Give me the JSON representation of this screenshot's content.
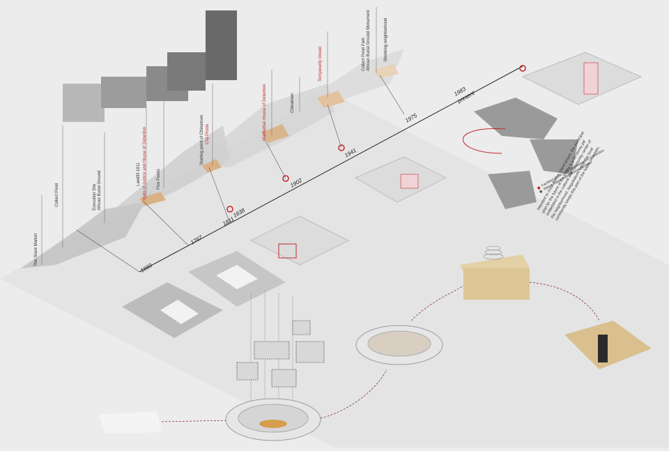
{
  "timeline": {
    "years": [
      "1660",
      "1767",
      "1811",
      "1838",
      "1902",
      "1941",
      "1975",
      "1983",
      "present"
    ]
  },
  "annotations": [
    {
      "id": "slave-market",
      "text": "The Slave Market",
      "red": false
    },
    {
      "id": "collect-pond",
      "text": "Collect Pond",
      "red": false
    },
    {
      "id": "execution-site",
      "text": "Execution Site",
      "red": false
    },
    {
      "id": "african-burial",
      "text": "African Burial Ground",
      "red": false
    },
    {
      "id": "landfill",
      "text": "Landfill 1811",
      "red": false
    },
    {
      "id": "halls-justice",
      "text": "Halls of Justice and House of Detention",
      "red": true
    },
    {
      "id": "five-points",
      "text": "Five Points",
      "red": false
    },
    {
      "id": "chinatown-start",
      "text": "Starting point of Chinatown",
      "red": false
    },
    {
      "id": "city-prison",
      "text": "City Prison",
      "red": true
    },
    {
      "id": "manhattan-detention",
      "text": "Manhattan House of Detention",
      "red": true
    },
    {
      "id": "chinatown",
      "text": "Chinatown",
      "red": false
    },
    {
      "id": "temp-closed",
      "text": "Temporarily closed",
      "red": true
    },
    {
      "id": "collect-park",
      "text": "Collect Pond Park",
      "red": false
    },
    {
      "id": "burial-monument",
      "text": "African Burial Ground Monument",
      "red": false
    },
    {
      "id": "shrinking",
      "text": "Shrinking neighborhood",
      "red": false
    }
  ],
  "legend": [
    {
      "text": "Facilities of the NYC Department of Correction",
      "color": "#c0282d"
    },
    {
      "text": "Rikers Island commitments facilities",
      "color": "#666666"
    }
  ],
  "note": "Intended to close Rikers Island prison, the municipal plan for the future of the tombs is a 50-storey jail embedded in the cultural and community center of the neighborhood. Negotiations within the local community keeps this part of the future uncertain.",
  "colors": {
    "accent": "#c0282d",
    "tan": "#d9b185",
    "paper": "#ececec"
  }
}
